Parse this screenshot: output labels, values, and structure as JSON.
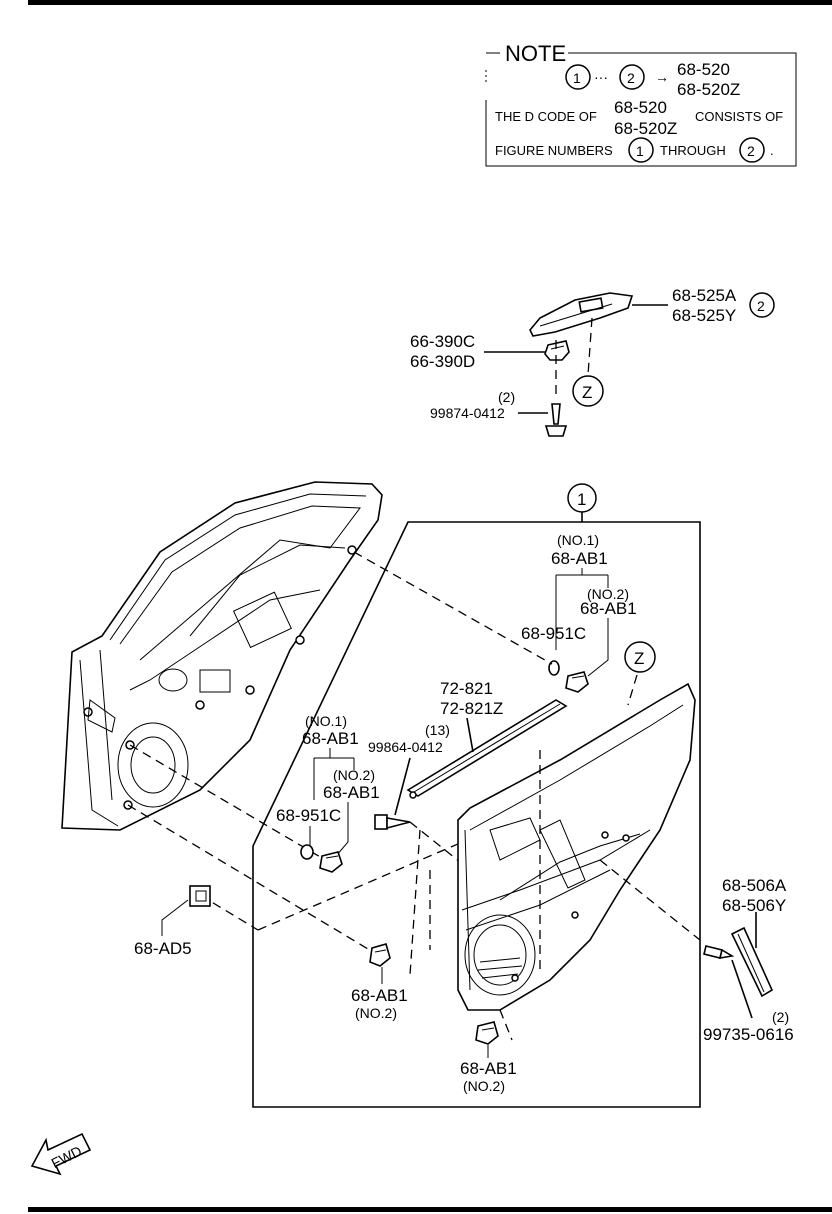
{
  "note": {
    "title": "NOTE",
    "ref_from": "1",
    "ref_to": "2",
    "arrow": "→",
    "dots": "···",
    "part_a": "68-520",
    "part_b": "68-520Z",
    "line1_prefix": "THE D CODE OF",
    "line1_part_a": "68-520",
    "line1_part_b": "68-520Z",
    "line1_suffix": "CONSISTS OF",
    "line2_prefix": "FIGURE NUMBERS",
    "line2_from": "1",
    "line2_through": "THROUGH",
    "line2_to": "2",
    "line2_end": "."
  },
  "callouts": {
    "fig1": "1",
    "fig2": "2",
    "z_upper": "Z",
    "z_lower": "Z"
  },
  "labels": {
    "p525a": "68-525A",
    "p525y": "68-525Y",
    "p390c": "66-390C",
    "p390d": "66-390D",
    "qty_clip_screw": "(2)",
    "p99874": "99874-0412",
    "r_no1": "(NO.1)",
    "r_ab1_a": "68-AB1",
    "r_no2": "(NO.2)",
    "r_ab1_b": "68-AB1",
    "r_951c": "68-951C",
    "p72821": "72-821",
    "p72821z": "72-821Z",
    "qty_13": "(13)",
    "p99864": "99864-0412",
    "l_no1": "(NO.1)",
    "l_ab1_a": "68-AB1",
    "l_no2": "(NO.2)",
    "l_ab1_b": "68-AB1",
    "l_951c": "68-951C",
    "pad5": "68-AD5",
    "b_ab1_1": "68-AB1",
    "b_no2_1": "(NO.2)",
    "b_ab1_2": "68-AB1",
    "b_no2_2": "(NO.2)",
    "p506a": "68-506A",
    "p506y": "68-506Y",
    "qty_506_screw": "(2)",
    "p99735": "99735-0616",
    "fwd": "FWD"
  }
}
